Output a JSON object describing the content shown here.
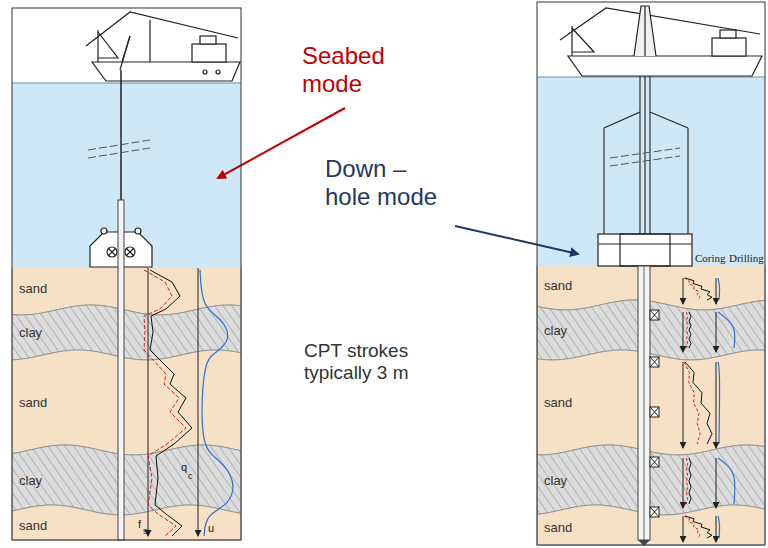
{
  "diagram": {
    "nodes": [
      {
        "text": [
          "sand"
        ]
      },
      {
        "text": [
          "clay"
        ]
      },
      {
        "text": [
          "sand"
        ]
      },
      {
        "text": [
          "clay"
        ]
      },
      {
        "text": [
          "sand"
        ]
      },
      {
        "text": [
          "sand"
        ]
      },
      {
        "text": [
          "clay"
        ]
      },
      {
        "text": [
          "sand"
        ]
      },
      {
        "text": [
          "clay"
        ]
      },
      {
        "text": [
          "sand"
        ]
      }
    ],
    "labels": [
      "Seabed mode",
      "Down – hole mode",
      "CPT strokes typically 3 m",
      "q",
      "c",
      "f",
      "s",
      "u",
      "Coring",
      "Drilling"
    ]
  }
}
